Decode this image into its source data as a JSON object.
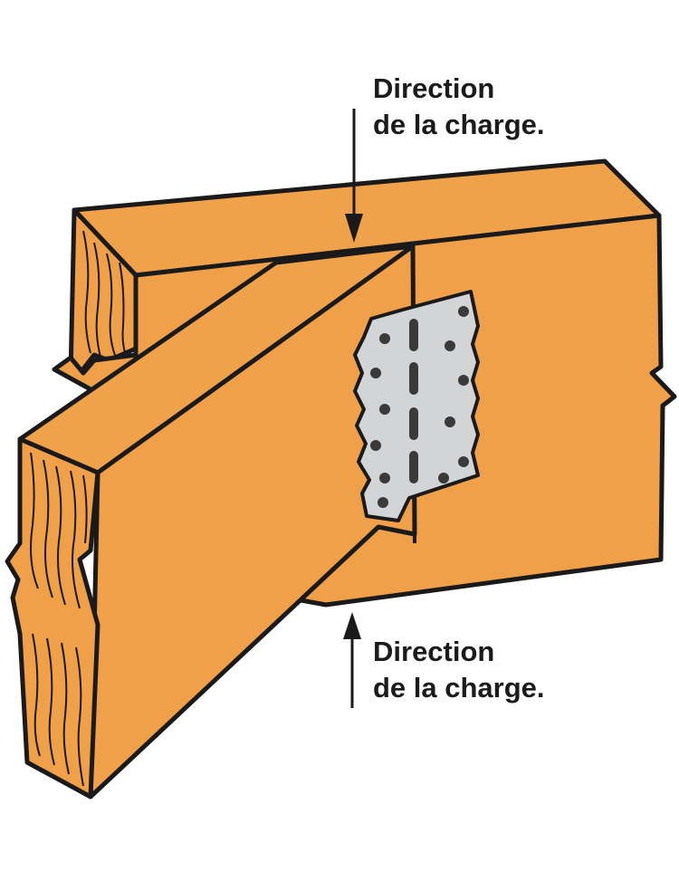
{
  "labels": {
    "top": {
      "line1": "Direction",
      "line2": "de la charge."
    },
    "bottom": {
      "line1": "Direction",
      "line2": "de la charge."
    }
  },
  "colors": {
    "wood": "#EFA048",
    "wood_shadow": "#E59436",
    "outline": "#1a1a1a",
    "plate": "#D2D4D6",
    "plate_hole": "#3a3a3a",
    "background": "#FFFFFF"
  },
  "icons": {
    "arrow_down": "arrow-down-icon",
    "arrow_up": "arrow-up-icon",
    "connector_plate": "metal-connector-plate-icon"
  }
}
